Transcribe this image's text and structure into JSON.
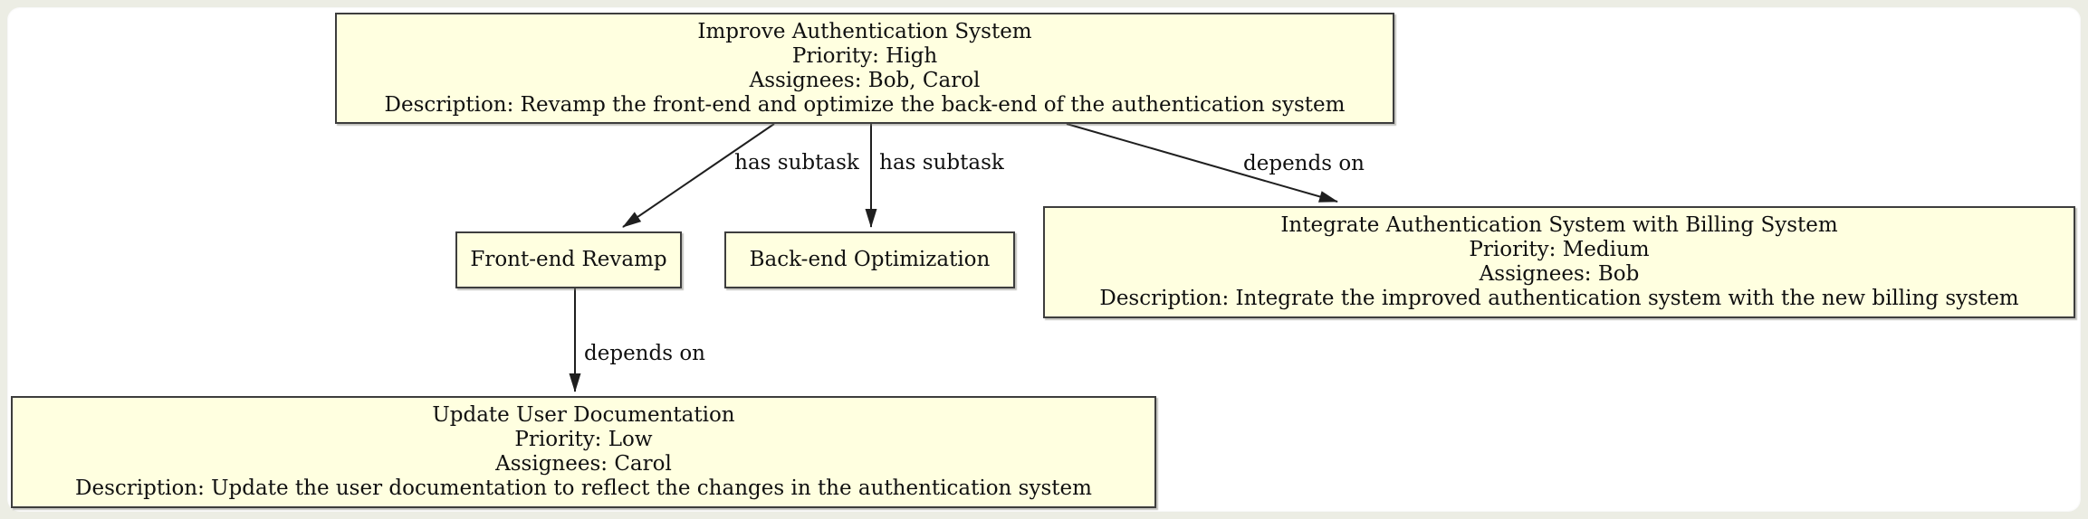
{
  "diagram": {
    "type": "task-dependency-graph",
    "colors": {
      "node_fill": "#FFFFE0",
      "node_border": "#3D3D3D",
      "edge_stroke": "#1F1F1F",
      "canvas": "#FFFFFF",
      "frame": "#ECEDE4"
    },
    "nodes": {
      "improve_auth": {
        "title": "Improve Authentication System",
        "priority": "Priority: High",
        "assignees": "Assignees: Bob, Carol",
        "description": "Description: Revamp the front-end and optimize the back-end of the authentication system"
      },
      "front_end": {
        "title": "Front-end Revamp"
      },
      "back_end": {
        "title": "Back-end Optimization"
      },
      "integrate_billing": {
        "title": "Integrate Authentication System with Billing System",
        "priority": "Priority: Medium",
        "assignees": "Assignees: Bob",
        "description": "Description: Integrate the improved authentication system with the new billing system"
      },
      "update_docs": {
        "title": "Update User Documentation",
        "priority": "Priority: Low",
        "assignees": "Assignees: Carol",
        "description": "Description: Update the user documentation to reflect the changes in the authentication system"
      }
    },
    "edges": {
      "subtask_front": {
        "from": "improve_auth",
        "to": "front_end",
        "label": "has subtask"
      },
      "subtask_back": {
        "from": "improve_auth",
        "to": "back_end",
        "label": "has subtask"
      },
      "dep_integrate": {
        "from": "improve_auth",
        "to": "integrate_billing",
        "label": "depends on"
      },
      "dep_docs": {
        "from": "front_end",
        "to": "update_docs",
        "label": "depends on"
      }
    }
  }
}
